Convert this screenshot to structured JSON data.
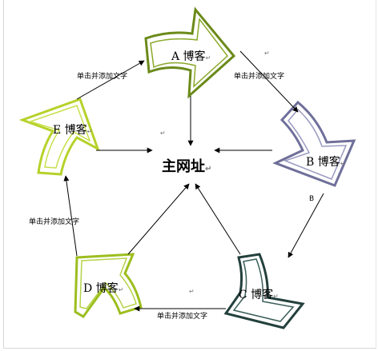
{
  "center": {
    "label": "主网址",
    "mark": "↵"
  },
  "nodes": [
    {
      "id": "A",
      "label": "A 博客",
      "mark": "↵",
      "outer": "#6b8a1a",
      "inner": "#ffffff",
      "ring": "#8aa82a"
    },
    {
      "id": "B",
      "label": "B 博客",
      "mark": "↵",
      "outer": "#6f6f9a",
      "inner": "#ffffff",
      "ring": "#9a9ac0"
    },
    {
      "id": "C",
      "label": "C 博客",
      "mark": "↵",
      "outer": "#23403c",
      "inner": "#ffffff",
      "ring": "#3a5e58"
    },
    {
      "id": "D",
      "label": "D 博客",
      "mark": "↵",
      "outer": "#9cbe1e",
      "inner": "#ffffff",
      "ring": "#b5d24a"
    },
    {
      "id": "E",
      "label": "E 博客",
      "mark": "↵",
      "outer": "#b5d22a",
      "inner": "#ffffff",
      "ring": "#c9e04e"
    }
  ],
  "edge_labels": {
    "a_b": "单击并添加文字",
    "e_a": "单击并添加文字",
    "d_e": "单击并添加文字",
    "c_d": "单击并添加文字",
    "b_c": "B"
  },
  "marks": {
    "small": "↵",
    "top_dot": "↵"
  }
}
